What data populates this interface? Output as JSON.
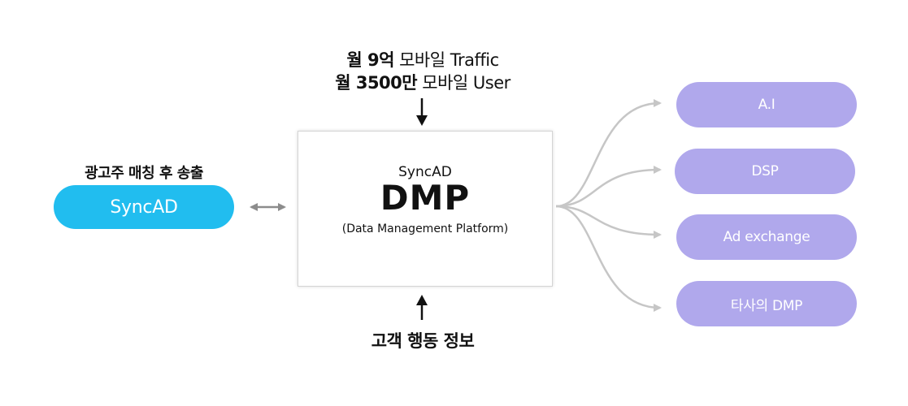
{
  "top_caption": {
    "line1_bold": "월 9억",
    "line1_normal": " 모바일 Traffic",
    "line2_bold": "월 3500만",
    "line2_normal": " 모바일 User"
  },
  "bottom_caption": "고객 행동 정보",
  "left": {
    "caption": "광고주 매칭 후 송출",
    "pill_label": "SyncAD"
  },
  "center": {
    "subtitle": "SyncAD",
    "title": "DMP",
    "full_name": "(Data Management Platform)"
  },
  "outputs": [
    {
      "label": "A.I"
    },
    {
      "label": "DSP"
    },
    {
      "label": "Ad exchange"
    },
    {
      "label": "타사의 DMP"
    }
  ],
  "colors": {
    "syncad_pill": "#21bdef",
    "output_pill": "#b0a8ec",
    "connector": "#c6c6c6",
    "double_arrow": "#8c8c8c",
    "vertical_arrow": "#111111"
  }
}
